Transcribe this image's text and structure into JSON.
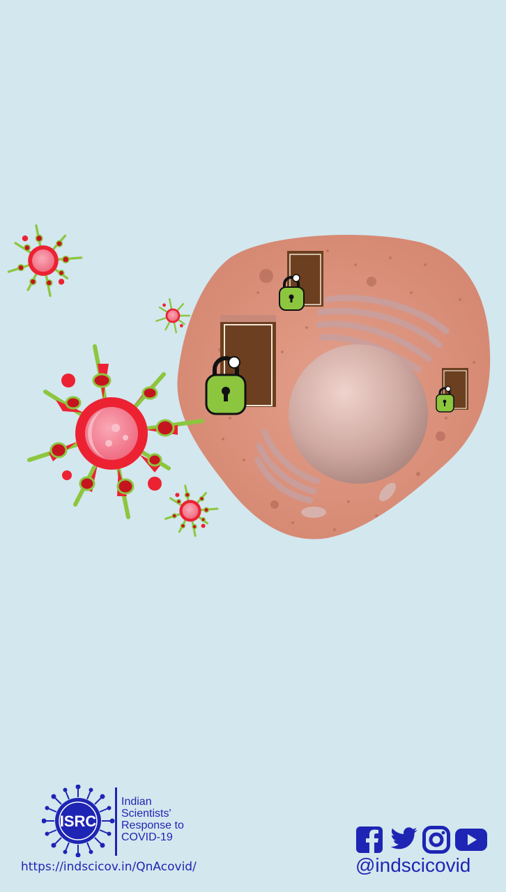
{
  "logo": {
    "line1": "Indian",
    "line2": "Scientists'",
    "line3": "Response to",
    "line4": "COVID-19",
    "alt": "ISRC"
  },
  "url": "https://indscicov.in/QnAcovid/",
  "social": {
    "icons": [
      "facebook-icon",
      "twitter-icon",
      "instagram-icon",
      "youtube-icon"
    ],
    "handle": "@indscicovid"
  },
  "colors": {
    "background": "#d3e7ee",
    "brand_blue": "#1e25b4",
    "virus_red": "#ec2233",
    "virus_core": "#f27c8d",
    "key_green": "#8cc63f",
    "cell": "#d78f7a",
    "nucleus": "#c9a39c",
    "door": "#6b3f1f"
  }
}
